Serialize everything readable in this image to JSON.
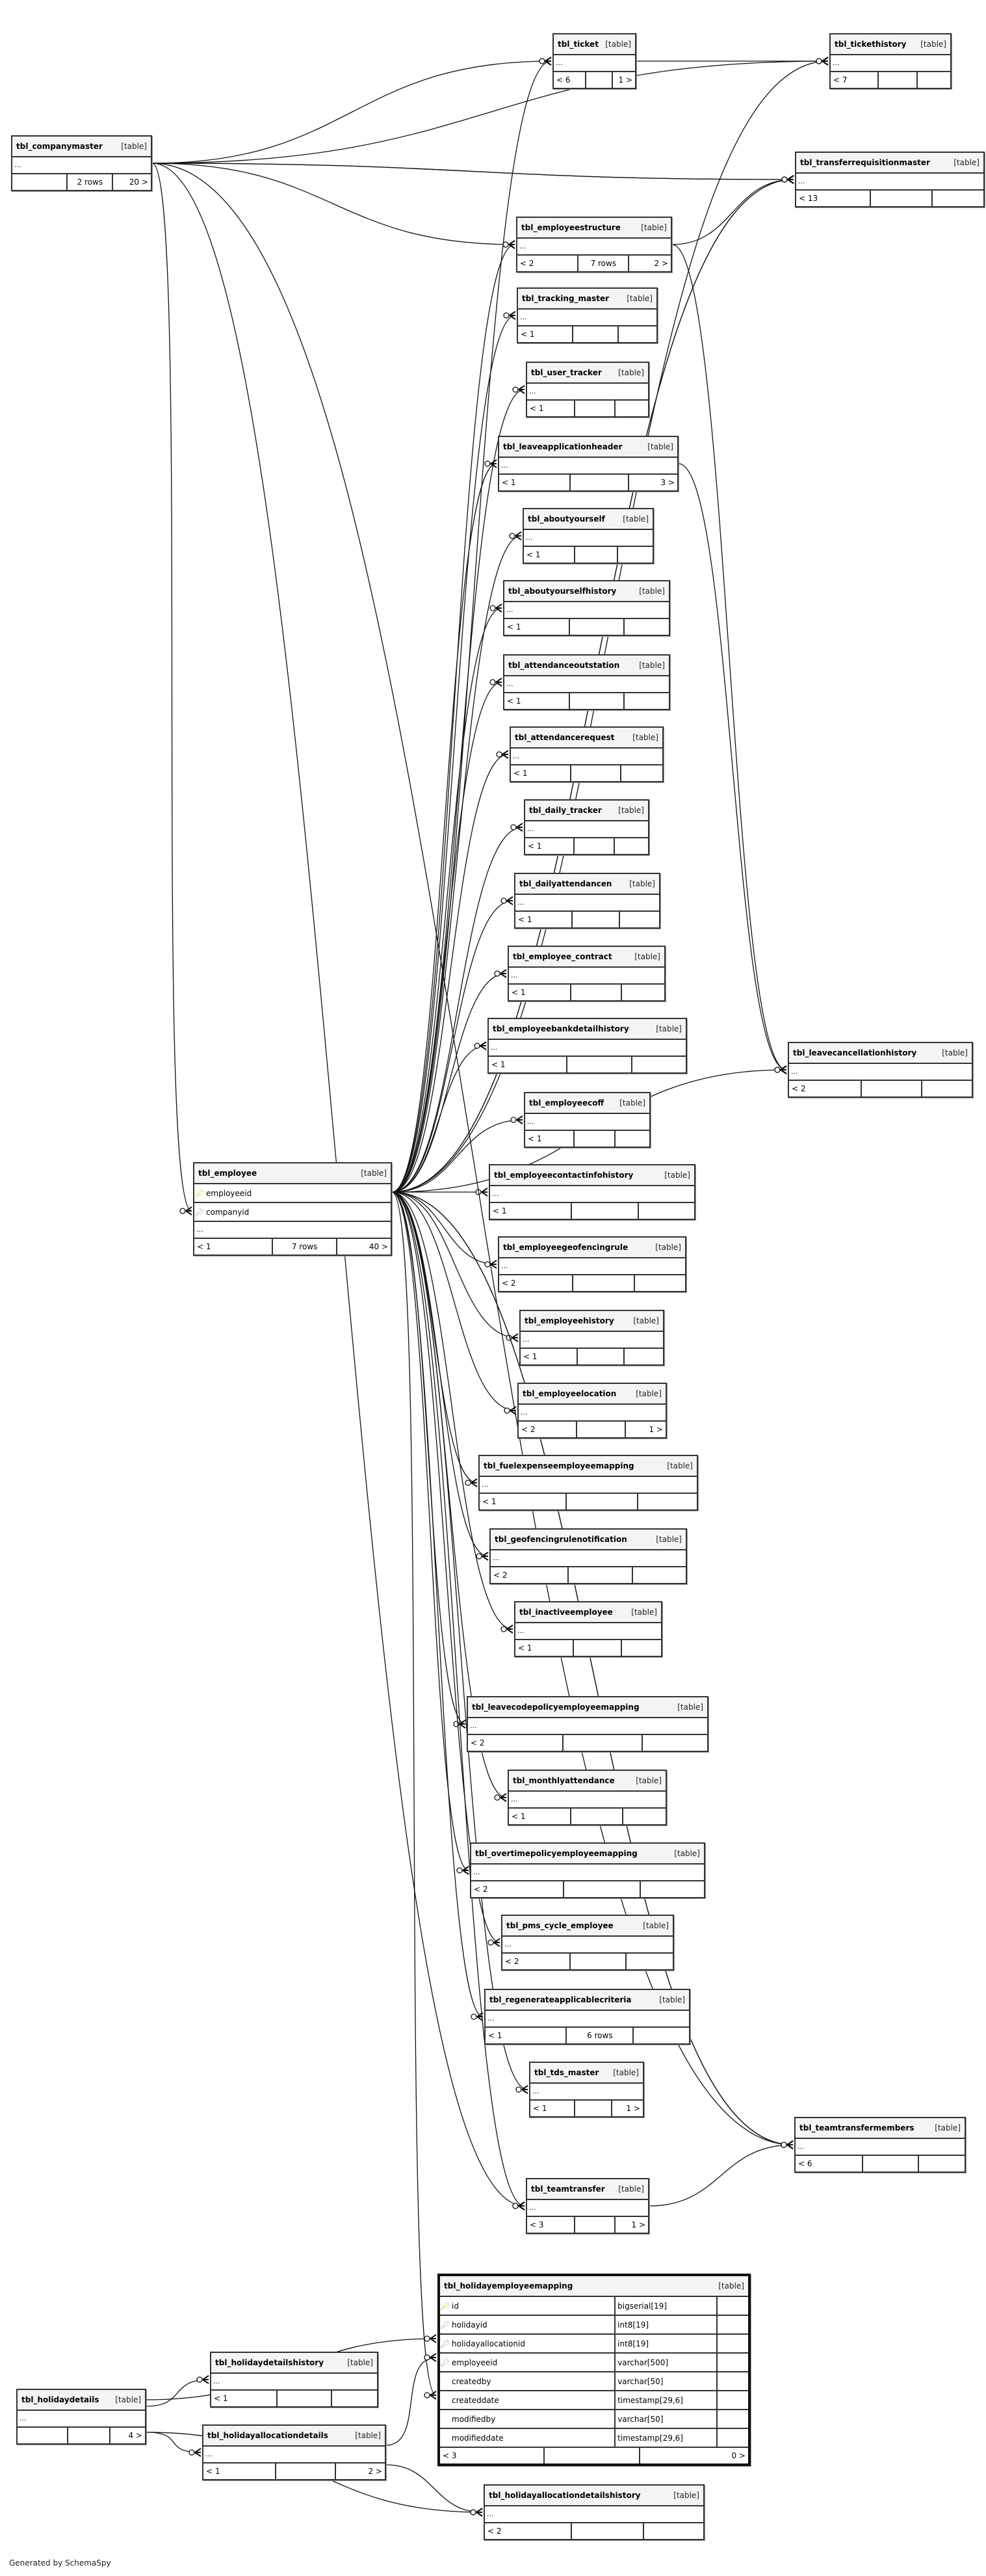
{
  "tag_label": "[table]",
  "dots": "...",
  "tables": [
    {
      "name": "tbl_ticket",
      "footer": [
        "< 6",
        "",
        "1 >"
      ]
    },
    {
      "name": "tbl_tickethistory",
      "footer": [
        "< 7",
        "",
        ""
      ]
    },
    {
      "name": "tbl_companymaster",
      "footer": [
        "",
        "2 rows",
        "20 >"
      ]
    },
    {
      "name": "tbl_transferrequisitionmaster",
      "footer": [
        "< 13",
        "",
        ""
      ]
    },
    {
      "name": "tbl_employeestructure",
      "footer": [
        "< 2",
        "7 rows",
        "2 >"
      ]
    },
    {
      "name": "tbl_tracking_master",
      "footer": [
        "< 1",
        "",
        ""
      ]
    },
    {
      "name": "tbl_user_tracker",
      "footer": [
        "< 1",
        "",
        ""
      ]
    },
    {
      "name": "tbl_leaveapplicationheader",
      "footer": [
        "< 1",
        "",
        "3 >"
      ]
    },
    {
      "name": "tbl_aboutyourself",
      "footer": [
        "< 1",
        "",
        ""
      ]
    },
    {
      "name": "tbl_aboutyourselfhistory",
      "footer": [
        "< 1",
        "",
        ""
      ]
    },
    {
      "name": "tbl_attendanceoutstation",
      "footer": [
        "< 1",
        "",
        ""
      ]
    },
    {
      "name": "tbl_attendancerequest",
      "footer": [
        "< 1",
        "",
        ""
      ]
    },
    {
      "name": "tbl_daily_tracker",
      "footer": [
        "< 1",
        "",
        ""
      ]
    },
    {
      "name": "tbl_dailyattendancen",
      "footer": [
        "< 1",
        "",
        ""
      ]
    },
    {
      "name": "tbl_employee_contract",
      "footer": [
        "< 1",
        "",
        ""
      ]
    },
    {
      "name": "tbl_employeebankdetailhistory",
      "footer": [
        "< 1",
        "",
        ""
      ]
    },
    {
      "name": "tbl_employeecoff",
      "footer": [
        "< 1",
        "",
        ""
      ]
    },
    {
      "name": "tbl_employeecontactinfohistory",
      "footer": [
        "< 1",
        "",
        ""
      ]
    },
    {
      "name": "tbl_employeegeofencingrule",
      "footer": [
        "< 2",
        "",
        ""
      ]
    },
    {
      "name": "tbl_employeehistory",
      "footer": [
        "< 1",
        "",
        ""
      ]
    },
    {
      "name": "tbl_employeelocation",
      "footer": [
        "< 2",
        "",
        "1 >"
      ]
    },
    {
      "name": "tbl_fuelexpenseemployeemapping",
      "footer": [
        "< 1",
        "",
        ""
      ]
    },
    {
      "name": "tbl_geofencingrulenotification",
      "footer": [
        "< 2",
        "",
        ""
      ]
    },
    {
      "name": "tbl_inactiveemployee",
      "footer": [
        "< 1",
        "",
        ""
      ]
    },
    {
      "name": "tbl_leavecodepolicyemployeemapping",
      "footer": [
        "< 2",
        "",
        ""
      ]
    },
    {
      "name": "tbl_monthlyattendance",
      "footer": [
        "< 1",
        "",
        ""
      ]
    },
    {
      "name": "tbl_overtimepolicyemployeemapping",
      "footer": [
        "< 2",
        "",
        ""
      ]
    },
    {
      "name": "tbl_pms_cycle_employee",
      "footer": [
        "< 2",
        "",
        ""
      ]
    },
    {
      "name": "tbl_regenerateapplicablecriteria",
      "footer": [
        "< 1",
        "6 rows",
        ""
      ]
    },
    {
      "name": "tbl_tds_master",
      "footer": [
        "< 1",
        "",
        "1 >"
      ]
    },
    {
      "name": "tbl_teamtransfer",
      "footer": [
        "< 3",
        "",
        "1 >"
      ]
    },
    {
      "name": "tbl_leavecancellationhistory",
      "footer": [
        "< 2",
        "",
        ""
      ]
    },
    {
      "name": "tbl_teamtransfermembers",
      "footer": [
        "< 6",
        "",
        ""
      ]
    },
    {
      "name": "tbl_holidaydetails",
      "footer": [
        "",
        "",
        "4 >"
      ]
    },
    {
      "name": "tbl_holidaydetailshistory",
      "footer": [
        "< 1",
        "",
        ""
      ]
    },
    {
      "name": "tbl_holidayallocationdetails",
      "footer": [
        "< 1",
        "",
        "2 >"
      ]
    },
    {
      "name": "tbl_holidayallocationdetailshistory",
      "footer": [
        "< 2",
        "",
        ""
      ]
    }
  ],
  "employee": {
    "name": "tbl_employee",
    "columns": [
      {
        "name": "employeeid",
        "key": "pk"
      },
      {
        "name": "companyid",
        "key": "fk"
      }
    ],
    "footer": [
      "< 1",
      "7 rows",
      "40 >"
    ]
  },
  "mapping": {
    "name": "tbl_holidayemployeemapping",
    "columns": [
      {
        "name": "id",
        "type": "bigserial[19]",
        "key": "pk"
      },
      {
        "name": "holidayid",
        "type": "int8[19]",
        "key": "fk"
      },
      {
        "name": "holidayallocationid",
        "type": "int8[19]",
        "key": "fk"
      },
      {
        "name": "employeeid",
        "type": "varchar[500]",
        "key": "fk"
      },
      {
        "name": "createdby",
        "type": "varchar[50]",
        "key": ""
      },
      {
        "name": "createddate",
        "type": "timestamp[29,6]",
        "key": ""
      },
      {
        "name": "modifiedby",
        "type": "varchar[50]",
        "key": ""
      },
      {
        "name": "modifieddate",
        "type": "timestamp[29,6]",
        "key": ""
      }
    ],
    "footer": [
      "< 3",
      "",
      "0 >"
    ]
  },
  "generated_by": "Generated by SchemaSpy",
  "colors": {
    "pk_key": "#d4d400",
    "fk_key": "#b0b0b0",
    "header_bg": "#f4f4f4",
    "border": "#333333"
  }
}
